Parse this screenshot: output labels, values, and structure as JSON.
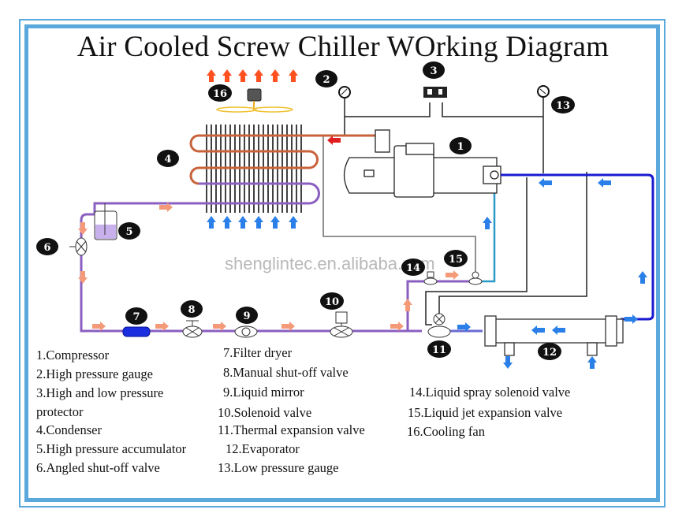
{
  "title": "Air Cooled Screw Chiller WOrking Diagram",
  "watermark": "shenglintec.en.alibaba.com",
  "colors": {
    "frame": "#5aa8dc",
    "hot_gas_pipe": "#c8623a",
    "liquid_pipe": "#8a5fc0",
    "chilled_pipe": "#1a1ad0",
    "injection_pipe": "#2a9ac8",
    "hot_arrow": "#ff5020",
    "liquid_arrow": "#f59a78",
    "cold_arrow": "#2a80e8",
    "filter_dryer": "#1a2ee0",
    "fan_blade": "#f0c030"
  },
  "callouts": [
    "1",
    "2",
    "3",
    "4",
    "5",
    "6",
    "7",
    "8",
    "9",
    "10",
    "11",
    "12",
    "13",
    "14",
    "15",
    "16"
  ],
  "legend": {
    "col1": [
      "1.Compressor",
      "2.High pressure gauge",
      "3.High and low pressure",
      "protector",
      "4.Condenser",
      "5.High pressure accumulator",
      "6.Angled shut-off valve"
    ],
    "col2": [
      "7.Filter dryer",
      "8.Manual shut-off valve",
      "9.Liquid mirror",
      "10.Solenoid valve",
      "11.Thermal expansion valve",
      "12.Evaporator",
      "13.Low pressure gauge"
    ],
    "col3": [
      "14.Liquid spray solenoid valve",
      "15.Liquid jet expansion valve",
      "16.Cooling fan"
    ]
  }
}
